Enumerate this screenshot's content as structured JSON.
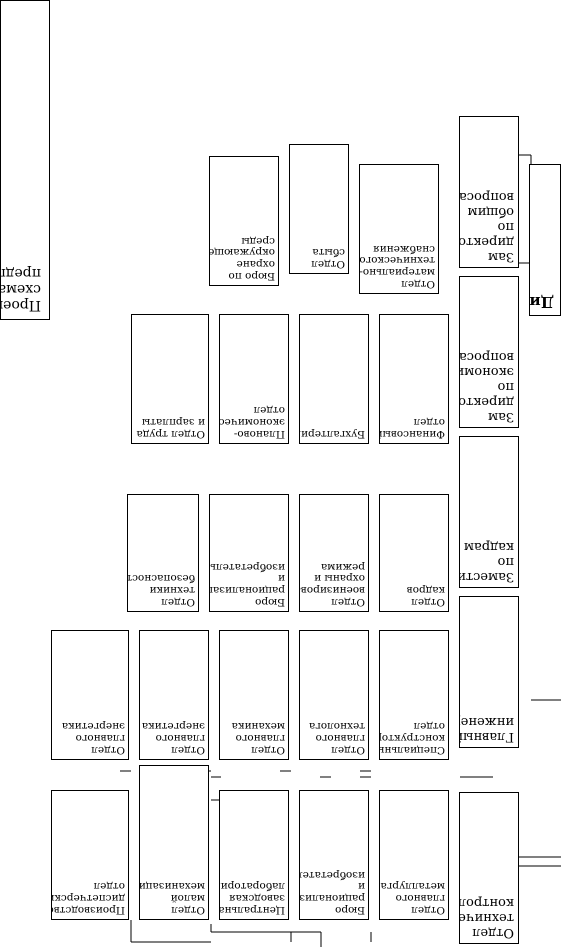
{
  "title": "Проектная схема предприятия",
  "director": "Директор",
  "deputies": {
    "general": "Зам директора по общим вопросам",
    "economic": "Зам директора по экономическим вопросам",
    "personnel": "Заместитель по кадрам",
    "chief_engineer": "Главный инженер",
    "tech_control": "Отдел технического контроля"
  },
  "row_general": [
    "Отдел материально-технического снабжения",
    "Отдел сбыта",
    "Бюро по охране окружающей среды"
  ],
  "row_economic": [
    "Финансовый отдел",
    "Бухгалтерия",
    "Планово-экономический отдел",
    "Отдел труда и зарплаты"
  ],
  "row_personnel": [
    "Отдел кадров",
    "Отдел военизированной охраны и режима",
    "Бюро рационализации и изобретательства",
    "Отдел техники безопасности"
  ],
  "row_engineer": [
    "Специальный конструкторский отдел",
    "Отдел главного технолога",
    "Отдел главного механика",
    "Отдел главного энергетика",
    "Отдел главного энергетика"
  ],
  "row_tech": [
    "Отдел главного металлурга",
    "Бюро рационализации и изобретательства",
    "Центральная заводская лаборатория",
    "Отдел малой механизации",
    "Производственно-диспетчерский отдел"
  ]
}
